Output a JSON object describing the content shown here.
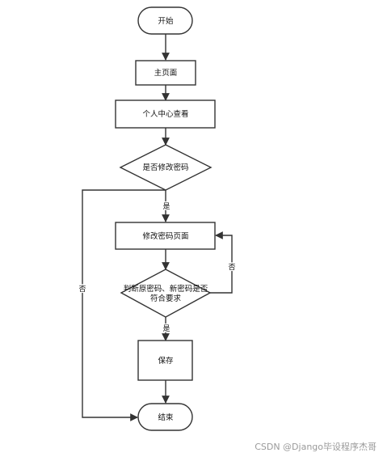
{
  "nodes": {
    "start": "开始",
    "home": "主页面",
    "profile": "个人中心查看",
    "decision_change": "是否修改密码",
    "change_page": "修改密码页面",
    "decision_check_line1": "判断原密码、新密码是否",
    "decision_check_line2": "符合要求",
    "save": "保存",
    "end": "结束"
  },
  "edges": {
    "yes_1": "是",
    "no_1": "否",
    "yes_2": "是",
    "no_2": "否"
  },
  "watermark": "CSDN @Django毕设程序杰哥",
  "colors": {
    "stroke": "#333333",
    "text": "#111111",
    "watermark": "#9a9a9a",
    "background": "#ffffff"
  }
}
